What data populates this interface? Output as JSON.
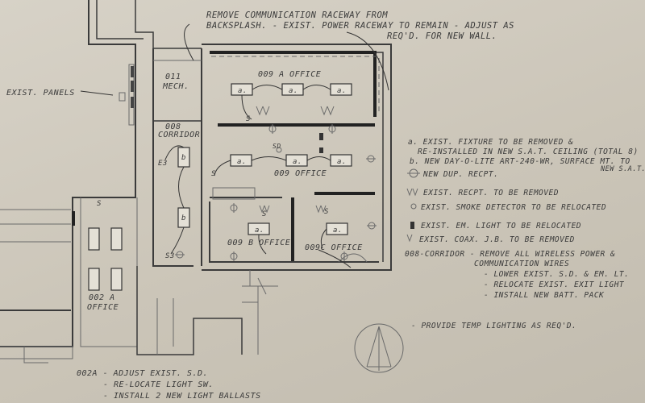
{
  "top_note": {
    "line1": "REMOVE COMMUNICATION RACEWAY FROM",
    "line2": "BACKSPLASH. - EXIST. POWER RACEWAY TO REMAIN - ADJUST AS",
    "line3": "REQ'D. FOR NEW WALL."
  },
  "rooms": {
    "mech_num": "011",
    "mech_name": "MECH.",
    "office_009a": "009 A OFFICE",
    "corridor_num": "008",
    "corridor_name": "CORRIDOR",
    "office_009": "009 OFFICE",
    "office_009b": "009 B OFFICE",
    "office_009c": "009C OFFICE",
    "office_002a_num": "002 A",
    "office_002a_name": "OFFICE",
    "exist_panels": "EXIST. PANELS"
  },
  "tags": {
    "a": "a.",
    "b": "b",
    "s": "S",
    "s3": "S3",
    "e3": "E3",
    "sd": "SD"
  },
  "legend": {
    "a_line1": "a. EXIST. FIXTURE TO BE REMOVED &",
    "a_line2": "RE-INSTALLED IN NEW S.A.T. CEILING (TOTAL 8)",
    "b_line1": "b. NEW DAY-O-LITE ART-240-WR, SURFACE MT. TO",
    "b_line2": "NEW S.A.T.",
    "recpt_new": "NEW DUP. RECPT.",
    "recpt_removed": "EXIST. RECPT. TO BE REMOVED",
    "smoke": "EXIST. SMOKE DETECTOR TO BE RELOCATED",
    "em_light": "EXIST. EM. LIGHT TO BE RELOCATED",
    "coax": "EXIST. COAX. J.B. TO BE REMOVED",
    "corridor_line1": "008-CORRIDOR - REMOVE ALL WIRELESS POWER &",
    "corridor_line2": "COMMUNICATION WIRES",
    "corridor_item1": "- LOWER EXIST. S.D. & EM. LT.",
    "corridor_item2": "- RELOCATE EXIST. EXIT LIGHT",
    "corridor_item3": "- INSTALL NEW BATT. PACK",
    "temp_lighting": "- PROVIDE TEMP LIGHTING AS REQ'D."
  },
  "bottom_note": {
    "line1": "002A - ADJUST EXIST. S.D.",
    "line2": "- RE-LOCATE LIGHT SW.",
    "line3": "- INSTALL 2 NEW LIGHT BALLASTS"
  }
}
